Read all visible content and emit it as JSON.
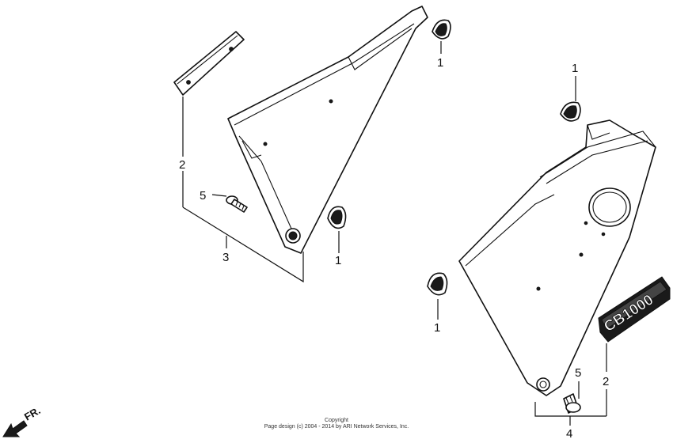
{
  "callouts": {
    "l1_top": "1",
    "l1_mid": "1",
    "l2": "2",
    "l5": "5",
    "l3": "3",
    "r1_top": "1",
    "r1_bottom": "1",
    "r5": "5",
    "r2": "2",
    "r4": "4"
  },
  "emblem_text": "CB1000",
  "direction_label": "FR.",
  "copyright": {
    "line1": "Copyright",
    "line2": "Page design (c) 2004 - 2014 by ARI Network Services, Inc."
  }
}
